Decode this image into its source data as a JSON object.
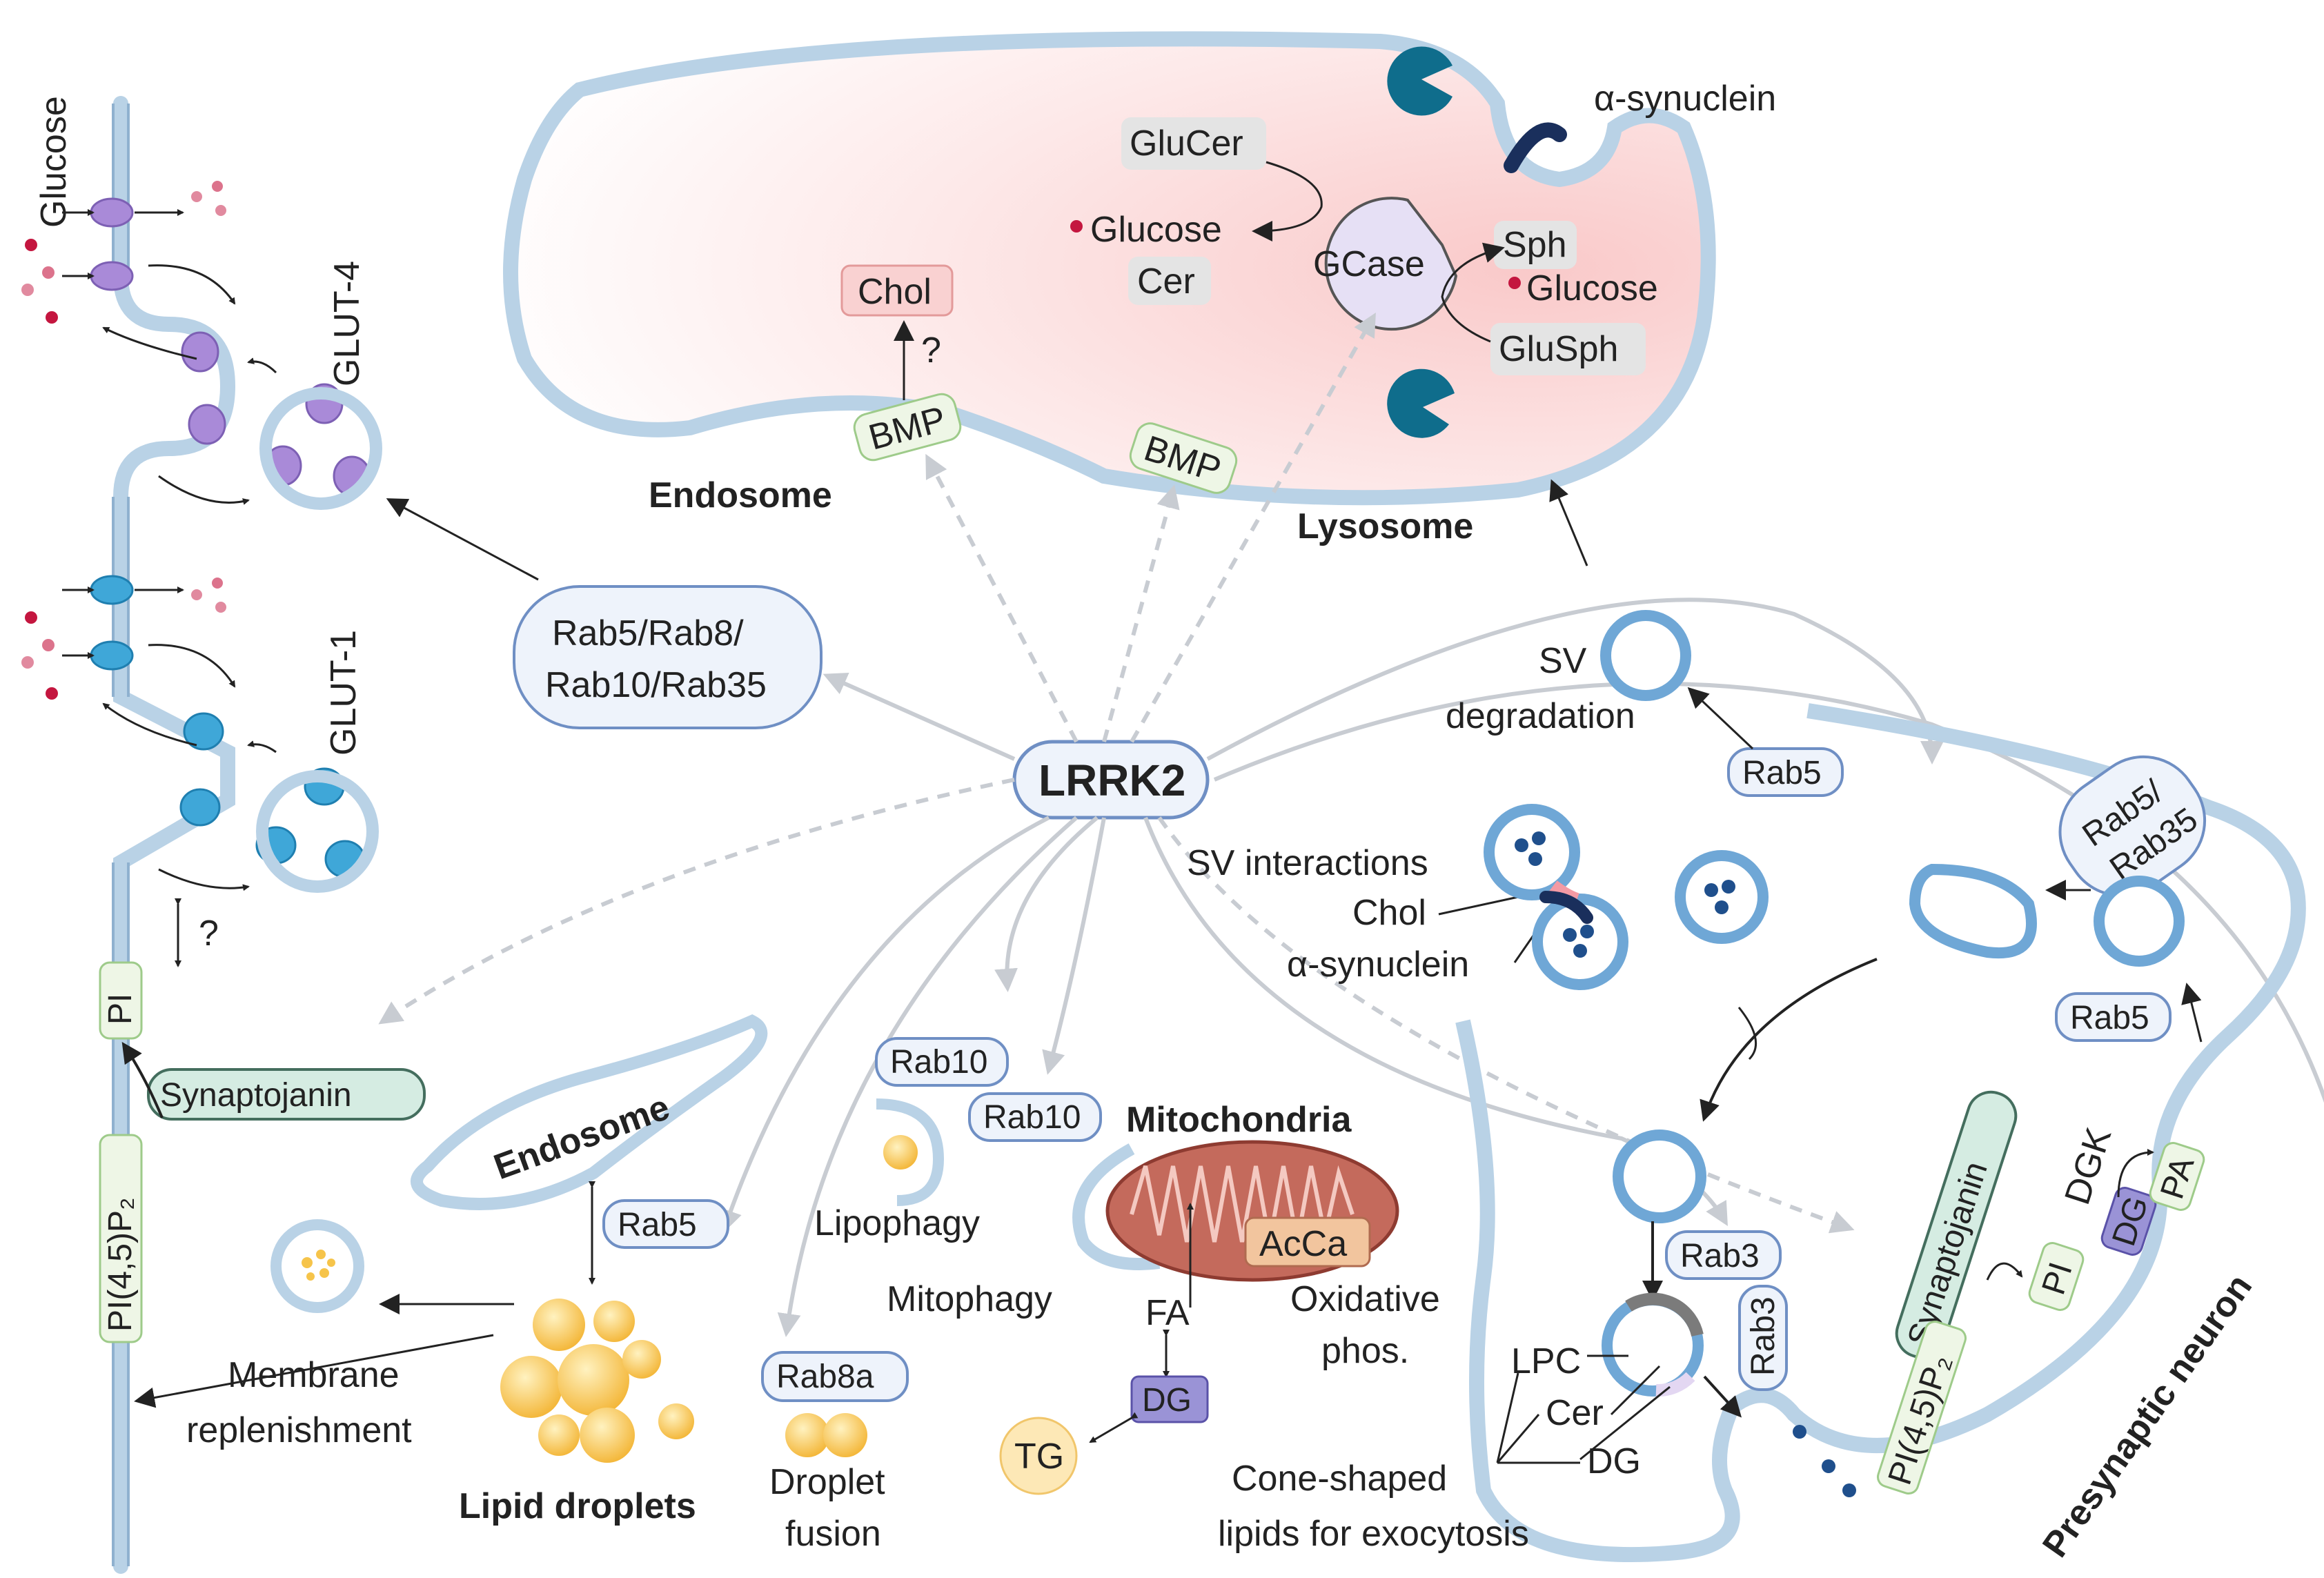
{
  "labels": {
    "lrrk2": "LRRK2",
    "glucose": "Glucose",
    "glut4": "GLUT-4",
    "glut1": "GLUT-1",
    "question1": "?",
    "question2": "?",
    "pi_left": "PI",
    "pi45p2_left": "PI(4,5)P₂",
    "synaptojanin_left": "Synaptojanin",
    "rab_cluster_1": "Rab5/Rab8/",
    "rab_cluster_2": "Rab10/Rab35",
    "chol_top": "Chol",
    "bmp_1": "BMP",
    "bmp_2": "BMP",
    "endosome_top": "Endosome",
    "lysosome": "Lysosome",
    "glucer": "GluCer",
    "glucose_lys_left": "Glucose",
    "cer_lys": "Cer",
    "gcase": "GCase",
    "sph": "Sph",
    "glucose_lys_right": "Glucose",
    "glusph": "GluSph",
    "alpha_syn_top": "α-synuclein",
    "sv_1": "SV",
    "sv_2": "degradation",
    "rab5_top": "Rab5",
    "rab5_rab35_1": "Rab5/",
    "rab5_rab35_2": "Rab35",
    "sv_interactions": "SV interactions",
    "chol_mid": "Chol",
    "alpha_syn_mid": "α-synuclein",
    "rab5_right": "Rab5",
    "endosome_lower": "Endosome",
    "rab5_lower": "Rab5",
    "membrane_1": "Membrane",
    "membrane_2": "replenishment",
    "lipid_droplets": "Lipid droplets",
    "rab10_a": "Rab10",
    "rab10_b": "Rab10",
    "lipophagy": "Lipophagy",
    "mitochondria": "Mitochondria",
    "mitophagy": "Mitophagy",
    "acca": "AcCa",
    "fa": "FA",
    "oxid_1": "Oxidative",
    "oxid_2": "phos.",
    "rab8a": "Rab8a",
    "droplet_1": "Droplet",
    "droplet_2": "fusion",
    "dg_mid": "DG",
    "tg": "TG",
    "rab3_a": "Rab3",
    "rab3_b": "Rab3",
    "lpc": "LPC",
    "cer_bottom": "Cer",
    "dg_bottom": "DG",
    "cone_1": "Cone-shaped",
    "cone_2": "lipids for exocytosis",
    "synaptojanin_right": "Synaptojanin",
    "pi45p2_right": "PI(4,5)P₂",
    "pi_right": "PI",
    "dg_right": "DG",
    "dgk": "DGK",
    "pa": "PA",
    "presynaptic": "Presynaptic neuron"
  },
  "colors": {
    "membrane": "#b9d2e6",
    "membrane_edge": "#8fb1cf",
    "lysosome_fill": "#fbdcdc",
    "rab_pill_fill": "#eef3fb",
    "rab_pill_edge": "#6f8fc4",
    "gray_pill": "#e4e4e4",
    "green_pill": "#eef6e6",
    "synaptojanin_fill": "#d5ece2",
    "chol_fill": "#f9d1d1",
    "dg_fill": "#9a93d6",
    "glut4": "#a98ad8",
    "glut1": "#3fa7d8",
    "vesicle_dot": "#1f4f8c",
    "glucose_dot": "#c4163f",
    "pacman": "#0f6d8c",
    "lipid": "#f6c44a",
    "mito": "#c46a5c",
    "arrow_gray": "#c8ccd2",
    "arrow_dark": "#222222"
  }
}
